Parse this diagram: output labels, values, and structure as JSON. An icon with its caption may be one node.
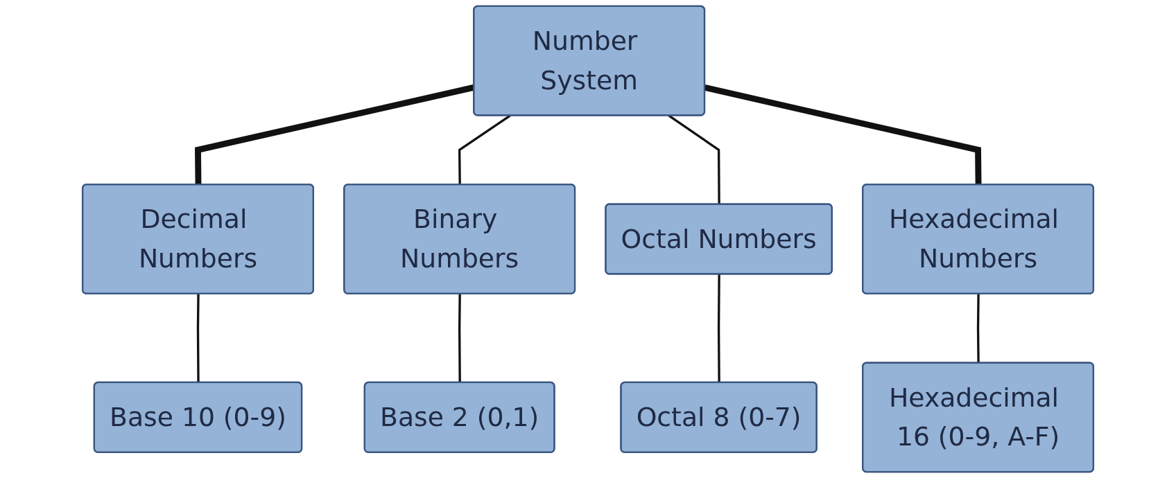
{
  "diagram": {
    "nodes": [
      {
        "text": [
          "Number System"
        ]
      },
      {
        "text": [
          "Decimal Numbers"
        ]
      },
      {
        "text": [
          "Binary Numbers"
        ]
      },
      {
        "text": [
          "Octal Numbers"
        ]
      },
      {
        "text": [
          "Hexadecimal Numbers"
        ]
      },
      {
        "text": [
          "Base 10 (0-9)"
        ]
      },
      {
        "text": [
          "Base 2 (0,1)"
        ]
      },
      {
        "text": [
          "Octal 8 (0-7)"
        ]
      },
      {
        "text": [
          "Hexadecimal 16 (0-9, A-F)"
        ]
      }
    ],
    "edges": [
      {
        "from": 0,
        "to": 1,
        "arrow": "none",
        "style": "thick"
      },
      {
        "from": 0,
        "to": 2,
        "arrow": "none"
      },
      {
        "from": 0,
        "to": 3,
        "arrow": "none"
      },
      {
        "from": 0,
        "to": 4,
        "arrow": "none",
        "style": "thick"
      },
      {
        "from": 1,
        "to": 5,
        "arrow": "none"
      },
      {
        "from": 2,
        "to": 6,
        "arrow": "none"
      },
      {
        "from": 3,
        "to": 7,
        "arrow": "none"
      },
      {
        "from": 4,
        "to": 8,
        "arrow": "none"
      }
    ]
  }
}
